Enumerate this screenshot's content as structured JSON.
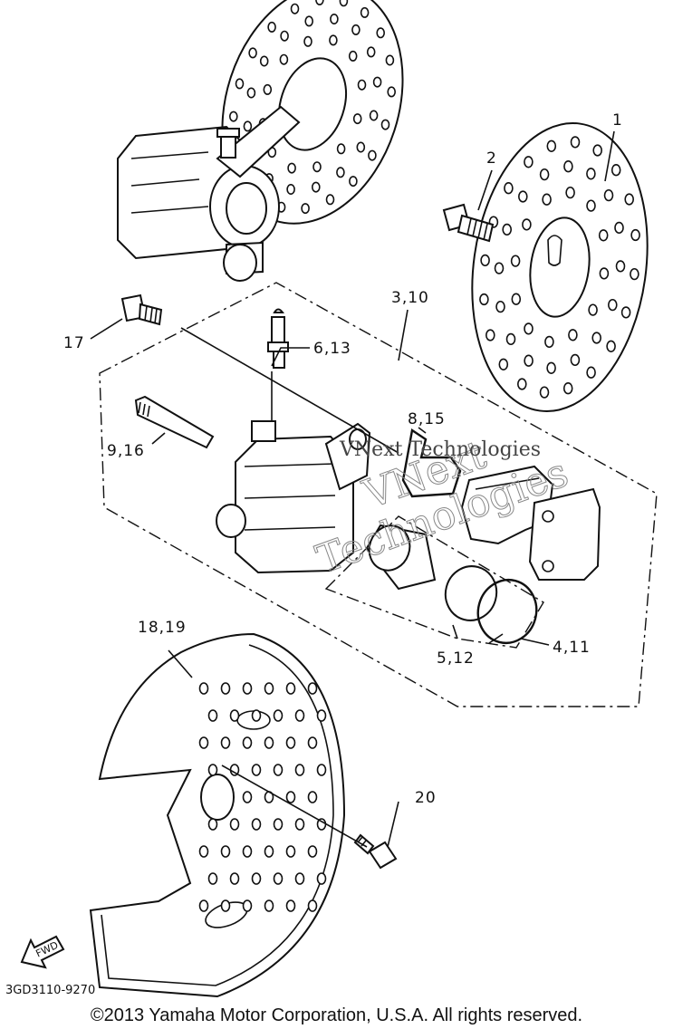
{
  "diagram": {
    "callouts": [
      {
        "id": "c1",
        "text": "1"
      },
      {
        "id": "c2",
        "text": "2"
      },
      {
        "id": "c3",
        "text": "3,10"
      },
      {
        "id": "c4",
        "text": "17"
      },
      {
        "id": "c5",
        "text": "6,13"
      },
      {
        "id": "c6",
        "text": "8,15"
      },
      {
        "id": "c7",
        "text": "9,16"
      },
      {
        "id": "c8",
        "text": "5,12"
      },
      {
        "id": "c9",
        "text": "4,11"
      },
      {
        "id": "c10",
        "text": "18,19"
      },
      {
        "id": "c11",
        "text": "20"
      }
    ],
    "fwd_label": "FWD",
    "watermark_line1": "VNext",
    "watermark_line2": "Technologies",
    "watermark_line3": "VNext Technologies",
    "drawing_code": "3GD3110-9270",
    "copyright": "©2013 Yamaha Motor Corporation, U.S.A. All rights reserved."
  }
}
